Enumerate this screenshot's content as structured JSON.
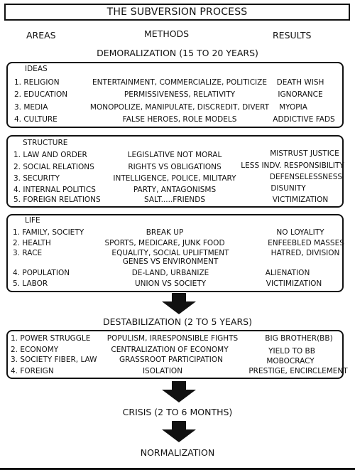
{
  "title": "THE SUBVERSION PROCESS",
  "headers": {
    "areas": "AREAS",
    "methods": "METHODS",
    "results": "RESULTS"
  },
  "phases": {
    "demoralization": "DEMORALIZATION (15 TO 20 YEARS)",
    "destabilization": "DESTABILIZATION (2 TO 5 YEARS)",
    "crisis": "CRISIS (2 TO 6 MONTHS)",
    "normalization": "NORMALIZATION"
  },
  "ideas": {
    "title": "IDEAS",
    "rows": [
      {
        "area": "1.  RELIGION",
        "method": "ENTERTAINMENT, COMMERCIALIZE, POLITICIZE",
        "result": "DEATH WISH"
      },
      {
        "area": "2. EDUCATION",
        "method": "PERMISSIVENESS, RELATIVITY",
        "result": "IGNORANCE"
      },
      {
        "area": "3. MEDIA",
        "method": "MONOPOLIZE, MANIPULATE, DISCREDIT, DIVERT",
        "result": "MYOPIA"
      },
      {
        "area": "4. CULTURE",
        "method": "FALSE HEROES, ROLE MODELS",
        "result": "ADDICTIVE FADS"
      }
    ]
  },
  "structure": {
    "title": "STRUCTURE",
    "rows": [
      {
        "area": "1. LAW AND ORDER",
        "method": "LEGISLATIVE NOT MORAL",
        "result": "MISTRUST JUSTICE"
      },
      {
        "area": "2. SOCIAL RELATIONS",
        "method": "RIGHTS VS OBLIGATIONS",
        "result": "LESS INDV. RESPONSIBILITY"
      },
      {
        "area": "3. SECURITY",
        "method": "INTELLIGENCE, POLICE, MILITARY",
        "result": "DEFENSELESSNESS"
      },
      {
        "area": "4. INTERNAL POLITICS",
        "method": "PARTY, ANTAGONISMS",
        "result": "DISUNITY"
      },
      {
        "area": "5. FOREIGN RELATIONS",
        "method": "SALT.....FRIENDS",
        "result": "VICTIMIZATION"
      }
    ]
  },
  "life": {
    "title": "LIFE",
    "rows": [
      {
        "area": "1. FAMILY, SOCIETY",
        "method": "BREAK UP",
        "result": "NO LOYALITY"
      },
      {
        "area": "2. HEALTH",
        "method": "SPORTS, MEDICARE, JUNK FOOD",
        "result": "ENFEEBLED MASSES"
      },
      {
        "area": "3. RACE",
        "method": "EQUALITY, SOCIAL UPLIFTMENT",
        "method2": "GENES VS ENVIRONMENT",
        "result": "HATRED, DIVISION"
      },
      {
        "area": "4. POPULATION",
        "method": "DE-LAND, URBANIZE",
        "result": "ALIENATION"
      },
      {
        "area": "5. LABOR",
        "method": "UNION VS SOCIETY",
        "result": "VICTIMIZATION"
      }
    ]
  },
  "destab": {
    "rows": [
      {
        "area": "1. POWER STRUGGLE",
        "method": "POPULISM, IRRESPONSIBLE FIGHTS",
        "result": "BIG BROTHER(BB)"
      },
      {
        "area": "2. ECONOMY",
        "method": "CENTRALIZATION OF ECONOMY",
        "result": "YIELD TO BB"
      },
      {
        "area": "3. SOCIETY FIBER, LAW",
        "method": "GRASSROOT PARTICIPATION",
        "result": "MOBOCRACY"
      },
      {
        "area": "4. FOREIGN",
        "method": "ISOLATION",
        "result": "PRESTIGE, ENCIRCLEMENT"
      }
    ]
  }
}
